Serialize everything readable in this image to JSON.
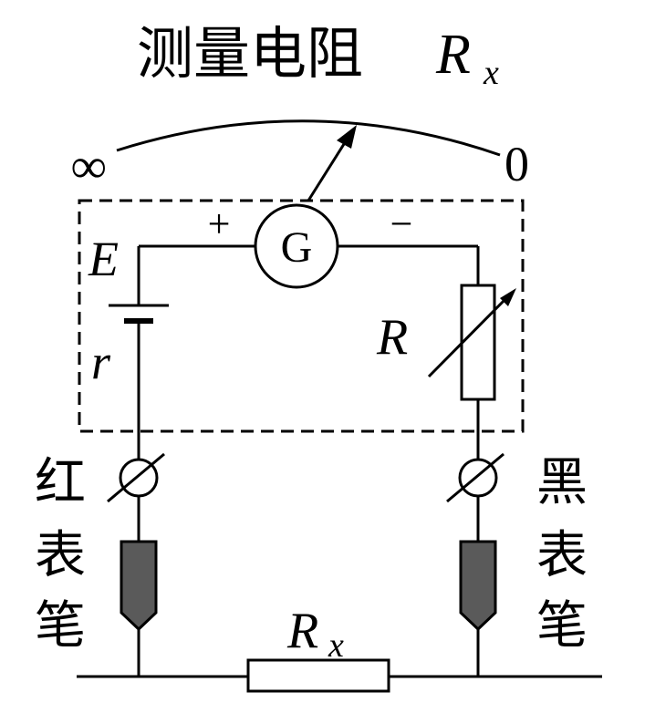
{
  "title": {
    "prefix": "测量电阻",
    "symbol": "R",
    "subscript": "x"
  },
  "scale": {
    "left_mark": "∞",
    "right_mark": "0"
  },
  "meter": {
    "galvanometer": "G",
    "plus": "+",
    "minus": "−",
    "emf": "E",
    "internal_resistance": "r",
    "rheostat": "R"
  },
  "probes": {
    "red": [
      "红",
      "表",
      "笔"
    ],
    "black": [
      "黑",
      "表",
      "笔"
    ]
  },
  "external_resistor": {
    "symbol": "R",
    "subscript": "x"
  },
  "colors": {
    "line": "#000000",
    "probe_fill": "#5a5a5a",
    "background": "#ffffff"
  }
}
